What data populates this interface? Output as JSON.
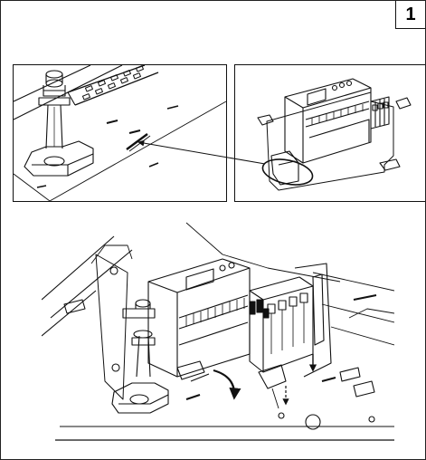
{
  "step": {
    "number": "1"
  },
  "illustration": {
    "panels": [
      {
        "id": "panel-a",
        "content": "mounting-stud-with-slot"
      },
      {
        "id": "panel-b",
        "content": "din-rail-meter-detail"
      }
    ],
    "main": "meter-installation-on-rail",
    "icons": [
      "rotate-arrow-icon",
      "down-arrow-icon",
      "leader-arrow-icon"
    ]
  },
  "colors": {
    "line": "#111111",
    "background": "#ffffff"
  }
}
